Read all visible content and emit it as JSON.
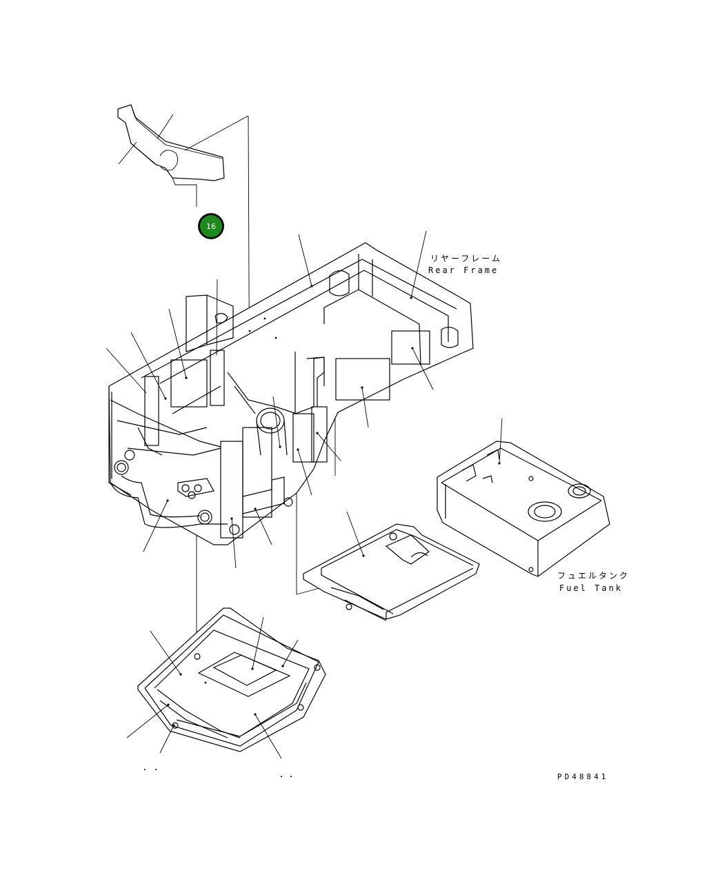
{
  "marker": {
    "number": "16",
    "fill_color": "#1e8a1e",
    "ring_color": "#0a0a0a"
  },
  "labels": {
    "rear_frame_jp": "リヤーフレーム",
    "rear_frame_en": "Rear Frame",
    "fuel_tank_jp": "フュエルタンク",
    "fuel_tank_en": "Fuel Tank",
    "drawing_code": "PD48841"
  }
}
